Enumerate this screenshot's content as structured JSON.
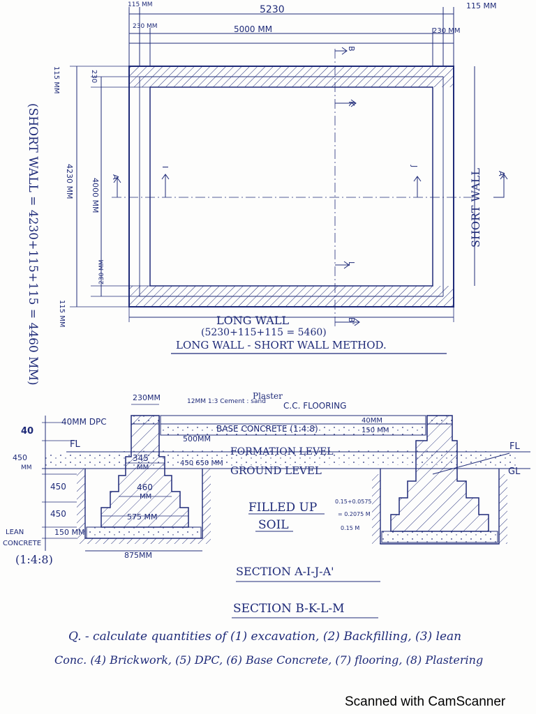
{
  "plan": {
    "dim_top_outer": "5230",
    "dim_top_inner": "5000 MM",
    "dim_115_left": "115 MM",
    "dim_230_left": "230 MM",
    "dim_115_right": "115 MM",
    "dim_230_right": "230 MM",
    "dim_left_115_top": "115 MM",
    "dim_left_230_top": "230",
    "dim_left_4230": "4230 MM",
    "dim_left_4000": "4000 MM",
    "dim_left_230_bot": "230 MM",
    "dim_left_115_bot": "115 MM",
    "short_wall_formula": "(SHORT WALL = 4230+115+115 = 4460 MM)",
    "short_wall_label": "SHORT WALL",
    "long_wall_label": "LONG WALL",
    "long_wall_formula": "(5230+115+115 = 5460)",
    "method_title": "LONG WALL - SHORT WALL METHOD.",
    "markers": {
      "a": "A",
      "a1": "A'",
      "b": "B",
      "b2": "B'",
      "i": "I",
      "j": "J",
      "k": "K",
      "l": "L"
    }
  },
  "section": {
    "dim_230": "230MM",
    "plaster_note": "12MM 1:3 Cement : sand",
    "plaster_label": "Plaster",
    "cc_flooring": "C.C. FLOORING",
    "dpc": "40MM DPC",
    "dpc_val": "40",
    "base_concrete": "BASE CONCRETE (1:4:8)",
    "dim_40mm": "40MM",
    "dim_150mm_right": "150 MM",
    "dim_500mm": "500MM",
    "fl_left": "FL",
    "fl_right": "FL",
    "gl_right": "GL",
    "formation_level": "FORMATION LEVEL",
    "ground_level": "GROUND LEVEL",
    "dim_450_top": "450",
    "dim_mm": "MM",
    "dim_450_mid": "450",
    "dim_450_low": "450",
    "dim_150mm": "150 MM",
    "step_345": "345",
    "step_345_mm": "MM",
    "step_460": "460",
    "step_460_mm": "MM",
    "step_575": "575 MM",
    "dim_875": "875MM",
    "dim_450_650": "450 650 MM",
    "lean_concrete": "LEAN",
    "lean_concrete2": "CONCRETE",
    "lean_ratio": "(1:4:8)",
    "filled_up": "FILLED UP",
    "soil": "SOIL",
    "calc_1": "0.15+0.0575",
    "calc_2": "= 0.2075 M",
    "calc_3": "0.15 M",
    "section_a": "SECTION A-I-J-A'",
    "section_b": "SECTION B-K-L-M"
  },
  "question": {
    "line1": "Q. - calculate quantities of (1) excavation, (2) Backfilling, (3) lean",
    "line2": "Conc. (4) Brickwork, (5) DPC, (6) Base Concrete, (7) flooring, (8) Plastering"
  },
  "footer": {
    "scanner": "Scanned with CamScanner"
  },
  "colors": {
    "ink": "#1e2a78",
    "paper": "#fdfdfc"
  }
}
